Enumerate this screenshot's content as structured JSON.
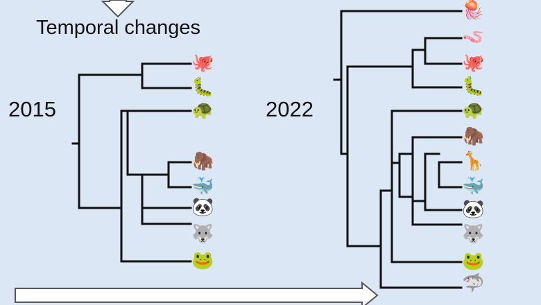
{
  "title": "Temporal changes",
  "year_left": "2015",
  "year_right": "2022",
  "colors": {
    "background": "#dbe7f5",
    "line": "#111111",
    "arrow_fill": "#ffffff",
    "arrow_stroke": "#555555"
  },
  "tree_2015": {
    "leaves": [
      "octopus",
      "caterpillar",
      "turtle",
      "mammoth",
      "whale",
      "panda",
      "wolf",
      "frog"
    ]
  },
  "tree_2022": {
    "leaves": [
      "jellyfish",
      "worm",
      "octopus",
      "caterpillar",
      "turtle",
      "mammoth",
      "giraffe",
      "whale",
      "panda",
      "wolf",
      "frog",
      "shark"
    ]
  },
  "icons": {
    "octopus": "🐙",
    "caterpillar": "🐛",
    "turtle": "🐢",
    "mammoth": "🦣",
    "whale": "🐳",
    "panda": "🐼",
    "wolf": "🐺",
    "frog": "🐸",
    "jellyfish": "🪼",
    "worm": "🪱",
    "giraffe": "🦒",
    "shark": "🦈"
  }
}
